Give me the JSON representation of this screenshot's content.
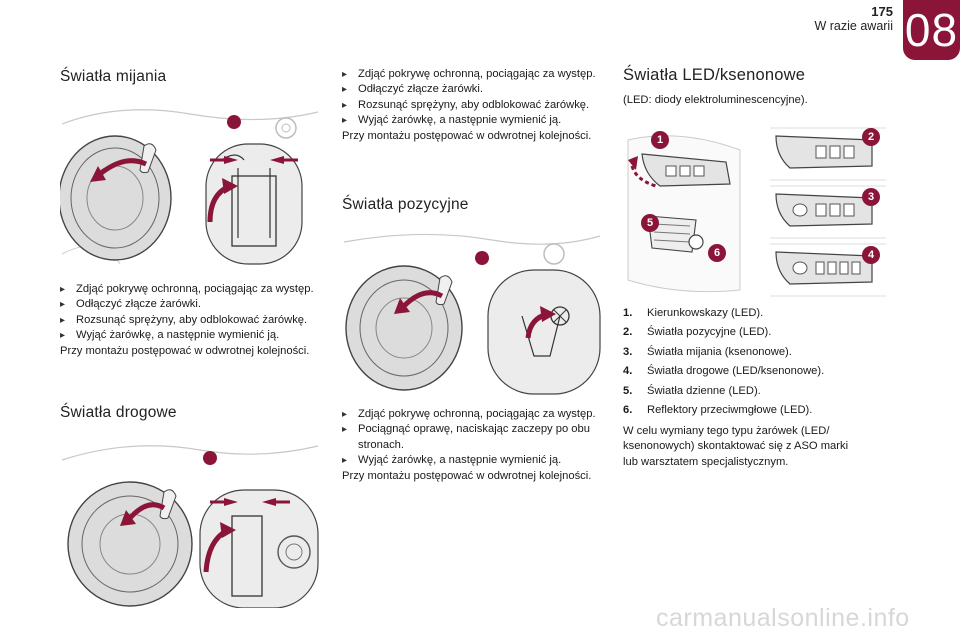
{
  "header": {
    "page_number": "175",
    "chapter_title": "W razie awarii",
    "chapter_number": "08"
  },
  "sections": {
    "low_beam": {
      "title": "Światła mijania",
      "steps": [
        "Zdjąć pokrywę ochronną, pociągając za występ.",
        "Odłączyć złącze żarówki.",
        "Rozsunąć sprężyny, aby odblokować żarówkę.",
        "Wyjąć żarówkę, a następnie wymienić ją."
      ],
      "note": "Przy montażu postępować w odwrotnej kolejności."
    },
    "high_beam": {
      "title": "Światła drogowe",
      "steps": [
        "Zdjąć pokrywę ochronną, pociągając za występ.",
        "Odłączyć złącze żarówki.",
        "Rozsunąć sprężyny, aby odblokować żarówkę.",
        "Wyjąć żarówkę, a następnie wymienić ją."
      ],
      "note": "Przy montażu postępować w odwrotnej kolejności."
    },
    "position": {
      "title": "Światła pozycyjne",
      "steps": [
        "Zdjąć pokrywę ochronną, pociągając za występ.",
        "Pociągnąć oprawę, naciskając zaczepy po obu stronach.",
        "Wyjąć żarówkę, a następnie wymienić ją."
      ],
      "note": "Przy montażu postępować w odwrotnej kolejności."
    },
    "led": {
      "title": "Światła LED/ksenonowe",
      "subtitle": "(LED: diody elektroluminescencyjne).",
      "legend": [
        {
          "num": "1.",
          "label": "Kierunkowskazy (LED)."
        },
        {
          "num": "2.",
          "label": "Światła pozycyjne (LED)."
        },
        {
          "num": "3.",
          "label": "Światła mijania (ksenonowe)."
        },
        {
          "num": "4.",
          "label": "Światła drogowe (LED/ksenonowe)."
        },
        {
          "num": "5.",
          "label": "Światła dzienne (LED)."
        },
        {
          "num": "6.",
          "label": "Reflektory przeciwmgłowe (LED)."
        }
      ],
      "footer": "W celu wymiany tego typu żarówek (LED/ ksenonowych) skontaktować się z ASO marki lub warsztatem specjalistycznym.",
      "callouts": [
        "1",
        "2",
        "3",
        "4",
        "5",
        "6"
      ]
    }
  },
  "icons": {
    "bullet": "triangle-bullet-icon"
  },
  "colors": {
    "accent": "#8a1538",
    "arrow": "#8a1538"
  },
  "watermark": "carmanualsonline.info"
}
